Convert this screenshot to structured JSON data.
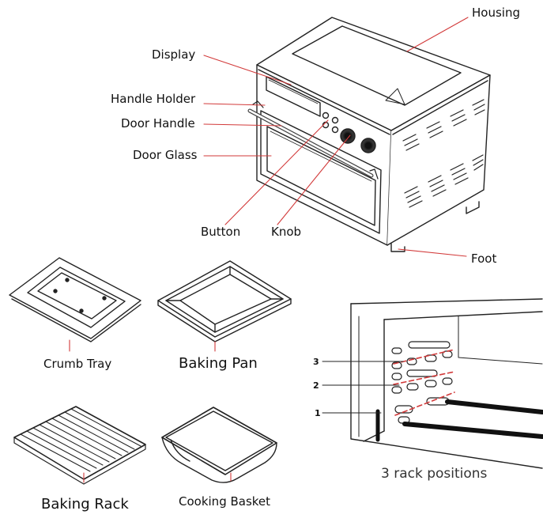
{
  "labels": {
    "housing": "Housing",
    "display": "Display",
    "handle_holder": "Handle Holder",
    "door_handle": "Door Handle",
    "door_glass": "Door Glass",
    "button": "Button",
    "knob": "Knob",
    "foot": "Foot",
    "crumb_tray": "Crumb Tray",
    "baking_pan": "Baking Pan",
    "baking_rack": "Baking Rack",
    "cooking_basket": "Cooking Basket",
    "rack_3": "3",
    "rack_2": "2",
    "rack_1": "1",
    "rack_positions": "3 rack positions"
  },
  "colors": {
    "leader_line": "#d23a3a",
    "stroke": "#222222",
    "rack_dash": "#d23a3a"
  }
}
